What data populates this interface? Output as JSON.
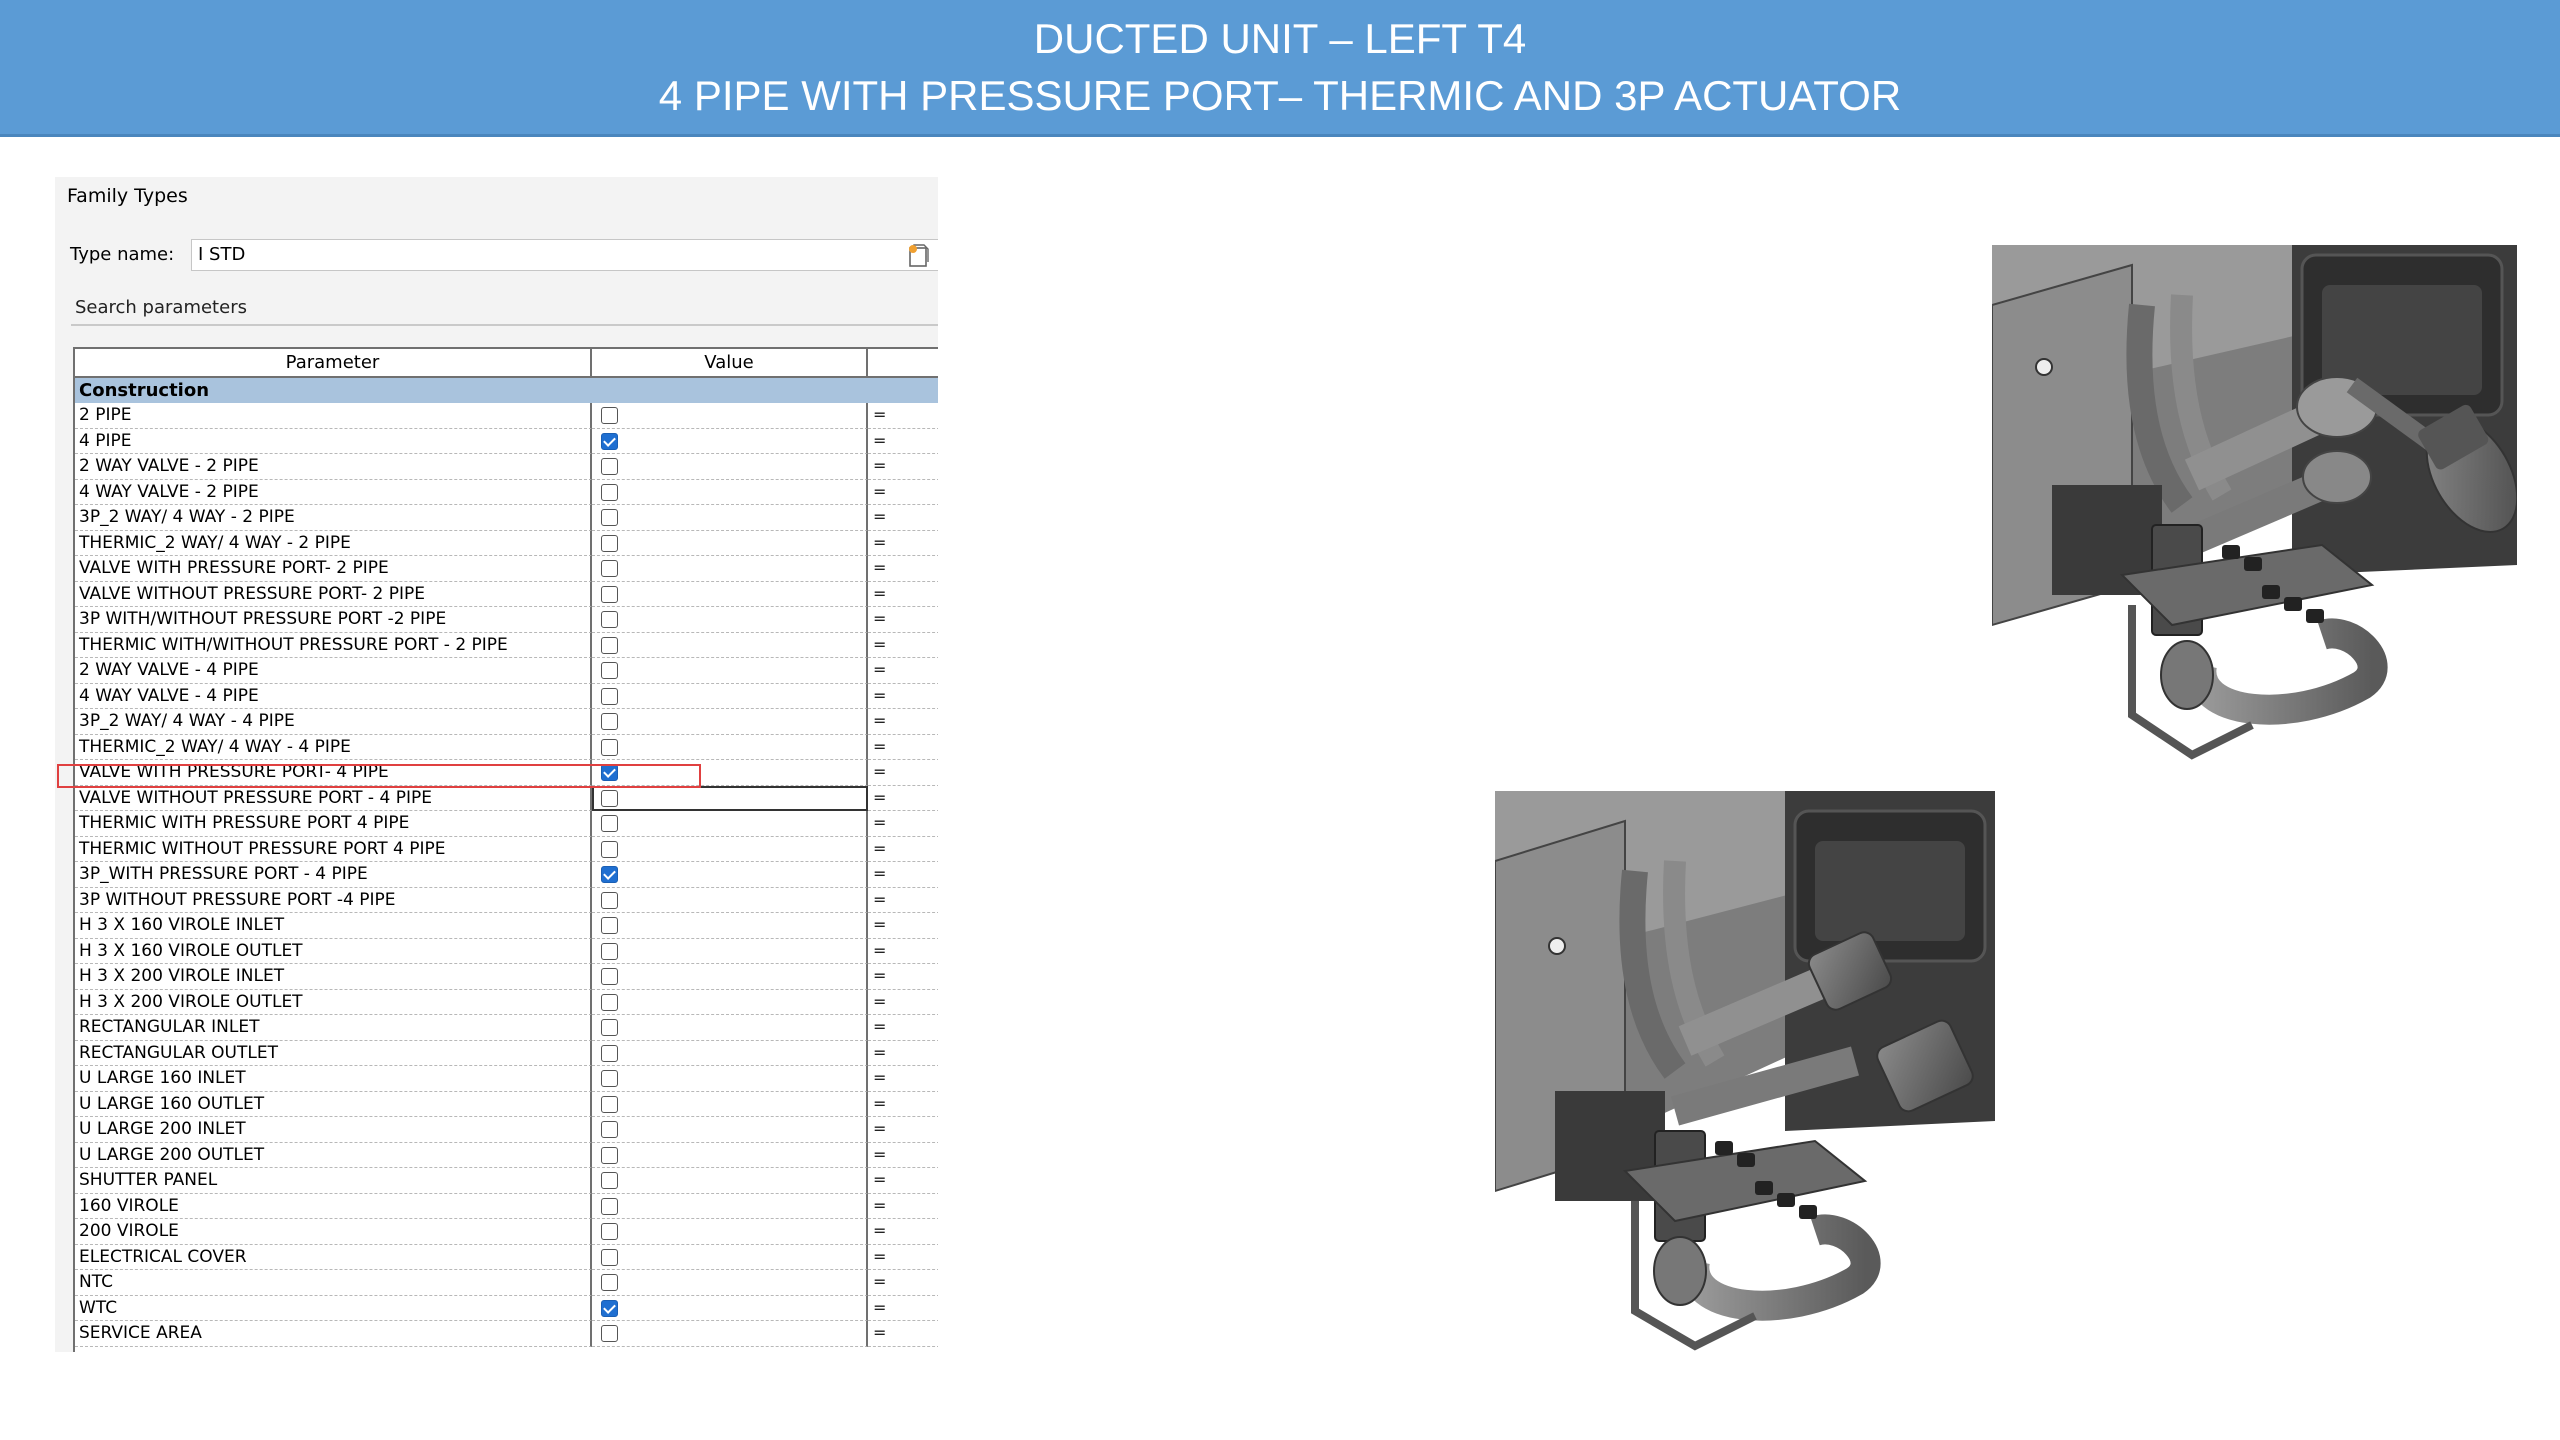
{
  "banner": {
    "line1": "DUCTED UNIT – LEFT T4",
    "line2": "4 PIPE WITH PRESSURE PORT– THERMIC AND  3P ACTUATOR"
  },
  "dialog": {
    "title": "Family Types",
    "type_name_label": "Type name:",
    "type_name_value": "I STD",
    "search_placeholder": "Search parameters",
    "columns": {
      "parameter": "Parameter",
      "value": "Value"
    },
    "group": "Construction",
    "formula_symbol": "=",
    "rows": [
      {
        "name": "2 PIPE",
        "checked": false
      },
      {
        "name": "4 PIPE",
        "checked": true
      },
      {
        "name": "2 WAY  VALVE - 2 PIPE",
        "checked": false
      },
      {
        "name": "4 WAY VALVE - 2 PIPE",
        "checked": false
      },
      {
        "name": "3P_2 WAY/ 4 WAY - 2 PIPE",
        "checked": false
      },
      {
        "name": "THERMIC_2 WAY/ 4 WAY - 2 PIPE",
        "checked": false
      },
      {
        "name": "VALVE WITH PRESSURE PORT- 2 PIPE",
        "checked": false
      },
      {
        "name": "VALVE WITHOUT PRESSURE PORT- 2  PIPE",
        "checked": false
      },
      {
        "name": "3P WITH/WITHOUT PRESSURE PORT -2 PIPE",
        "checked": false
      },
      {
        "name": "THERMIC WITH/WITHOUT PRESSURE PORT - 2 PIPE",
        "checked": false
      },
      {
        "name": "2 WAY VALVE - 4 PIPE",
        "checked": false
      },
      {
        "name": "4 WAY VALVE - 4 PIPE",
        "checked": false
      },
      {
        "name": "3P_2 WAY/ 4 WAY - 4 PIPE",
        "checked": false
      },
      {
        "name": "THERMIC_2 WAY/ 4 WAY - 4 PIPE",
        "checked": false
      },
      {
        "name": "VALVE WITH PRESSURE PORT- 4 PIPE",
        "checked": true,
        "highlighted": true
      },
      {
        "name": "VALVE WITHOUT PRESSURE PORT - 4 PIPE",
        "checked": false,
        "focused": true
      },
      {
        "name": "THERMIC WITH PRESSURE PORT 4 PIPE",
        "checked": false
      },
      {
        "name": "THERMIC WITHOUT PRESSURE PORT  4 PIPE",
        "checked": false
      },
      {
        "name": "3P_WITH PRESSURE PORT - 4 PIPE",
        "checked": true
      },
      {
        "name": "3P WITHOUT PRESSURE PORT -4  PIPE",
        "checked": false
      },
      {
        "name": "H  3 X 160 VIROLE INLET",
        "checked": false
      },
      {
        "name": "H  3 X 160 VIROLE OUTLET",
        "checked": false
      },
      {
        "name": "H  3 X 200 VIROLE INLET",
        "checked": false
      },
      {
        "name": "H  3 X 200 VIROLE OUTLET",
        "checked": false
      },
      {
        "name": "RECTANGULAR INLET",
        "checked": false
      },
      {
        "name": "RECTANGULAR OUTLET",
        "checked": false
      },
      {
        "name": "U LARGE 160 INLET",
        "checked": false
      },
      {
        "name": "U LARGE 160 OUTLET",
        "checked": false
      },
      {
        "name": "U LARGE 200 INLET",
        "checked": false
      },
      {
        "name": "U LARGE 200 OUTLET",
        "checked": false
      },
      {
        "name": "SHUTTER PANEL",
        "checked": false
      },
      {
        "name": "160 VIROLE",
        "checked": false
      },
      {
        "name": "200 VIROLE",
        "checked": false
      },
      {
        "name": "ELECTRICAL COVER",
        "checked": false
      },
      {
        "name": "NTC",
        "checked": false
      },
      {
        "name": "WTC",
        "checked": true
      },
      {
        "name": "SERVICE AREA",
        "checked": false
      }
    ]
  },
  "colors": {
    "banner": "#5b9bd5",
    "group_row": "#a9c3dd",
    "checkbox_checked": "#1f6fd1",
    "highlight": "#e04040"
  }
}
